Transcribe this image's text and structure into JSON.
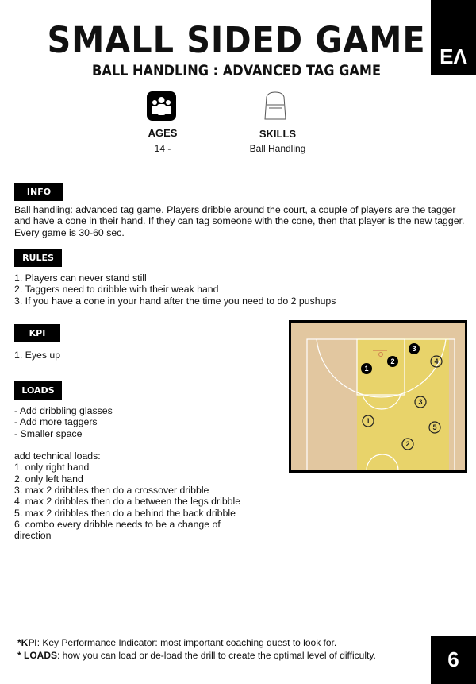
{
  "header": {
    "title": "SMALL SIDED GAME",
    "subtitle": "BALL HANDLING : ADVANCED TAG GAME",
    "logo": "EΛ"
  },
  "meta": [
    {
      "label": "AGES",
      "value": "14 -",
      "icon": "people-icon"
    },
    {
      "label": "SKILLS",
      "value": "Ball Handling",
      "icon": "backpack-icon"
    }
  ],
  "info": {
    "heading": "INFO",
    "lines": [
      "Ball handling: advanced tag game. Players dribble around the court, a couple of players are the tagger",
      "and have a cone in their hand. If they can tag someone with the cone, then that player is the new tagger.",
      "Every game is 30-60 sec."
    ]
  },
  "rules": {
    "heading": "RULES",
    "lines": [
      "1. Players can never stand still",
      "2. Taggers need to dribble with their weak hand",
      "3. If you have a cone in your hand after the time you need to do 2 pushups"
    ]
  },
  "kpi": {
    "heading": "KPI",
    "lines": [
      "1. Eyes up"
    ]
  },
  "loads": {
    "heading": "LOADS",
    "lines": [
      "- Add dribbling glasses",
      "- Add more taggers",
      "- Smaller space",
      "",
      "add technical loads:",
      "1. only right hand",
      "2. only left hand",
      "3. max 2 dribbles then do a crossover dribble",
      "4. max 2 dribbles then do a between the legs dribble",
      "5. max 2 dribbles then do a behind the back dribble",
      "6. combo every dribble needs to be a change of",
      "direction"
    ]
  },
  "diagram": {
    "taggers": [
      "1",
      "2",
      "3"
    ],
    "players": [
      "1",
      "2",
      "3",
      "4",
      "5"
    ]
  },
  "footer": {
    "kpi_key": "*KPI",
    "kpi_text": ": Key Performance Indicator: most important coaching quest to look for.",
    "loads_key": "* LOADS",
    "loads_text": ": how you can load or de-load the drill to create the optimal level of difficulty.",
    "page": "6"
  }
}
